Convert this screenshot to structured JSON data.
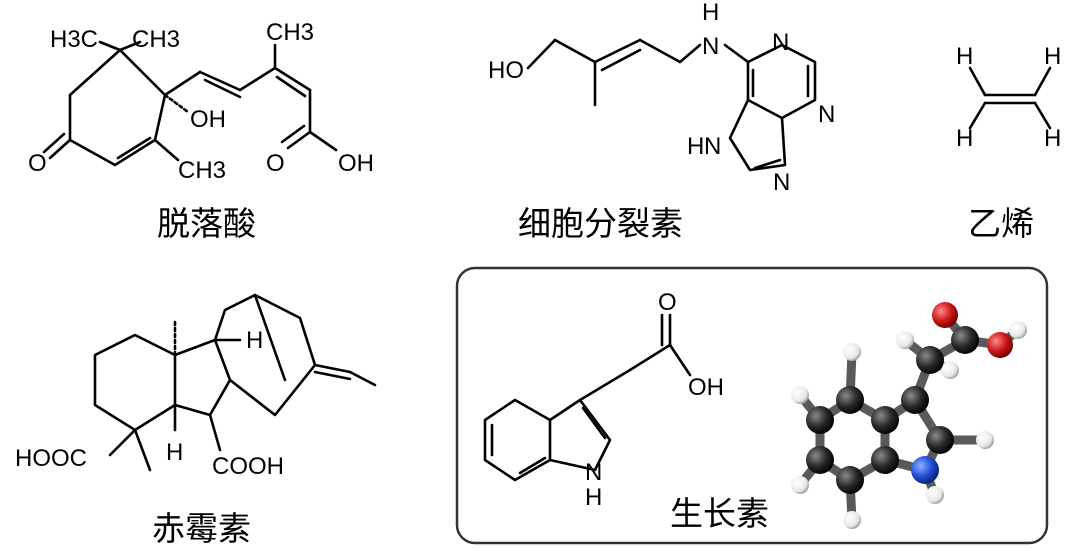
{
  "molecules": {
    "abscisic_acid": {
      "name": "脱落酸",
      "labels": {
        "ch3_left": "H3C",
        "ch3_top": "CH3",
        "ch3_side": "CH3",
        "ch3_ring": "CH3",
        "oh": "OH",
        "o_ketone": "O",
        "o_acid": "O",
        "oh_acid": "OH"
      }
    },
    "cytokinin": {
      "name": "细胞分裂素",
      "labels": {
        "ho": "HO",
        "nh": "H",
        "n_link": "N",
        "n1": "N",
        "n3": "N",
        "n7": "N",
        "n9": "N",
        "h9": "H"
      }
    },
    "ethylene": {
      "name": "乙烯",
      "labels": {
        "h1": "H",
        "h2": "H",
        "h3": "H",
        "h4": "H"
      }
    },
    "gibberellin": {
      "name": "赤霉素",
      "labels": {
        "h_top": "H",
        "h_bottom": "H",
        "cooh_left": "HOOC",
        "cooh_right": "COOH"
      }
    },
    "auxin": {
      "name": "生长素",
      "labels": {
        "o": "O",
        "oh": "OH",
        "n": "N",
        "h": "H"
      }
    }
  },
  "colors": {
    "carbon": "#262626",
    "hydrogen": "#ffffff",
    "oxygen": "#c81e1e",
    "nitrogen": "#1f4fd1",
    "frame": "#333333"
  }
}
